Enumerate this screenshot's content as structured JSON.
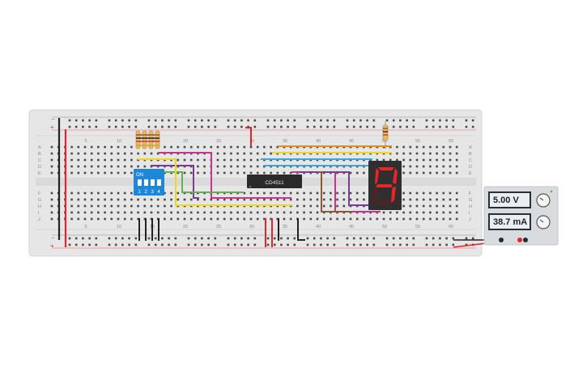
{
  "breadboard": {
    "row_letters": [
      "A",
      "B",
      "C",
      "D",
      "E",
      "F",
      "G",
      "H",
      "I",
      "J"
    ],
    "column_numbers": [
      "5",
      "10",
      "15",
      "20",
      "25",
      "30",
      "35",
      "40",
      "45",
      "50",
      "55",
      "60"
    ],
    "rail_signs": [
      "−",
      "+"
    ]
  },
  "dip_switch": {
    "on_label": "ON",
    "position_labels": [
      "1",
      "2",
      "3",
      "4"
    ]
  },
  "ic": {
    "label": "CD4511"
  },
  "seven_segment": {
    "digit": "9",
    "color": "#e5262b"
  },
  "power_supply": {
    "voltage": "5.00 V",
    "current": "38.7 mA"
  },
  "colors": {
    "board": "#e6e6e6",
    "rail_red": "#e0262d",
    "rail_black": "#222222",
    "wire_magenta": "#c8358c",
    "wire_purple": "#7b3a96",
    "wire_green": "#5db548",
    "wire_yellow": "#f2d51f",
    "wire_orange": "#e58a1e",
    "wire_blue": "#3aa8e0",
    "wire_brown": "#8a5a35",
    "dip_blue": "#1e88d8"
  }
}
